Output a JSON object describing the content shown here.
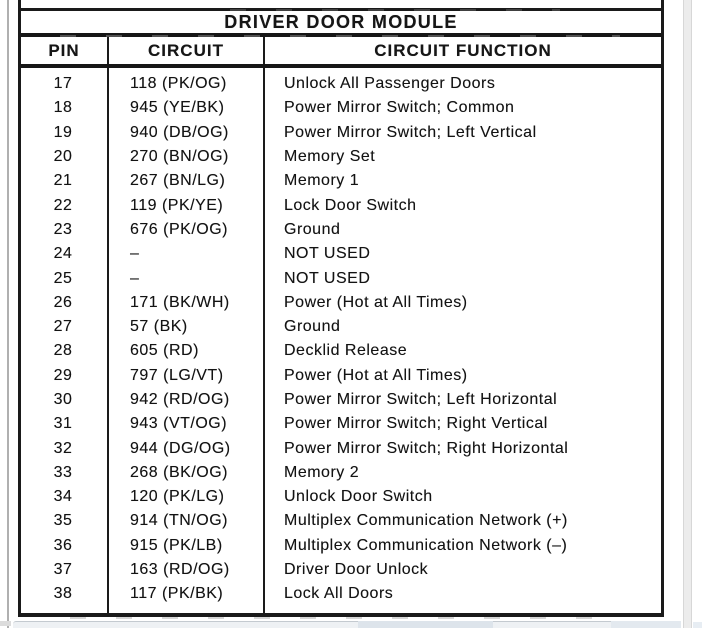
{
  "table": {
    "title": "DRIVER DOOR MODULE",
    "columns": [
      "PIN",
      "CIRCUIT",
      "CIRCUIT FUNCTION"
    ],
    "rows": [
      {
        "pin": "17",
        "circuit": "118 (PK/OG)",
        "function": "Unlock All Passenger Doors"
      },
      {
        "pin": "18",
        "circuit": "945 (YE/BK)",
        "function": "Power Mirror Switch; Common"
      },
      {
        "pin": "19",
        "circuit": "940 (DB/OG)",
        "function": "Power Mirror Switch; Left Vertical"
      },
      {
        "pin": "20",
        "circuit": "270 (BN/OG)",
        "function": "Memory Set"
      },
      {
        "pin": "21",
        "circuit": "267 (BN/LG)",
        "function": "Memory 1"
      },
      {
        "pin": "22",
        "circuit": "119 (PK/YE)",
        "function": "Lock Door Switch"
      },
      {
        "pin": "23",
        "circuit": "676 (PK/OG)",
        "function": "Ground"
      },
      {
        "pin": "24",
        "circuit": "–",
        "function": "NOT USED"
      },
      {
        "pin": "25",
        "circuit": "–",
        "function": "NOT USED"
      },
      {
        "pin": "26",
        "circuit": "171 (BK/WH)",
        "function": "Power (Hot at All Times)"
      },
      {
        "pin": "27",
        "circuit": "57 (BK)",
        "function": "Ground"
      },
      {
        "pin": "28",
        "circuit": "605 (RD)",
        "function": "Decklid Release"
      },
      {
        "pin": "29",
        "circuit": "797 (LG/VT)",
        "function": "Power (Hot at All Times)"
      },
      {
        "pin": "30",
        "circuit": "942 (RD/OG)",
        "function": "Power Mirror Switch; Left Horizontal"
      },
      {
        "pin": "31",
        "circuit": "943 (VT/OG)",
        "function": "Power Mirror Switch; Right Vertical"
      },
      {
        "pin": "32",
        "circuit": "944 (DG/OG)",
        "function": "Power Mirror Switch; Right Horizontal"
      },
      {
        "pin": "33",
        "circuit": "268 (BK/OG)",
        "function": "Memory 2"
      },
      {
        "pin": "34",
        "circuit": "120 (PK/LG)",
        "function": "Unlock Door Switch"
      },
      {
        "pin": "35",
        "circuit": "914 (TN/OG)",
        "function": "Multiplex Communication Network (+)"
      },
      {
        "pin": "36",
        "circuit": "915 (PK/LB)",
        "function": "Multiplex Communication Network (–)"
      },
      {
        "pin": "37",
        "circuit": "163 (RD/OG)",
        "function": "Driver Door Unlock"
      },
      {
        "pin": "38",
        "circuit": "117 (PK/BK)",
        "function": "Lock All Doors"
      }
    ]
  },
  "colors": {
    "ink": "#1a1a1a",
    "page_background": "#ffffff",
    "right_strip_gray": "#ececec",
    "bottom_bar_gray": "#eef1f4",
    "bottom_bar_blue": "#dde4eb"
  }
}
